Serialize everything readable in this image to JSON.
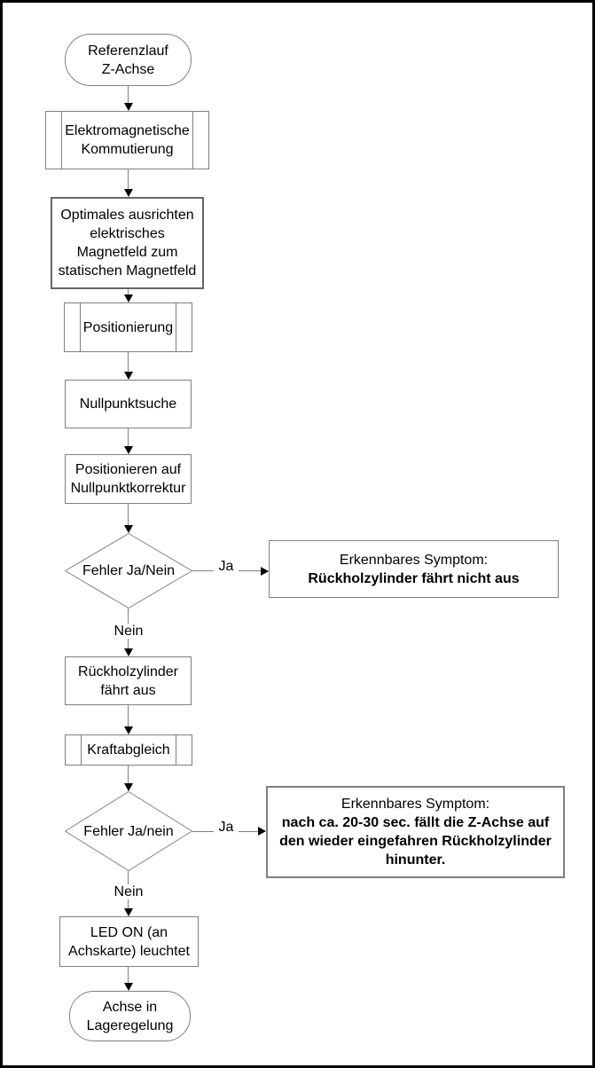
{
  "diagram": {
    "type": "flowchart",
    "nodes": {
      "start": {
        "shape": "terminator",
        "label": "Referenzlauf\nZ-Achse"
      },
      "commutation": {
        "shape": "predefined-process",
        "label": "Elektromagnetische\nKommutierung"
      },
      "align_field": {
        "shape": "process",
        "label": "Optimales ausrichten\nelektrisches\nMagnetfeld zum\nstatischen Magnetfeld"
      },
      "positioning": {
        "shape": "predefined-process",
        "label": "Positionierung"
      },
      "zero_search": {
        "shape": "process",
        "label": "Nullpunktsuche"
      },
      "zero_correction": {
        "shape": "process",
        "label": "Positionieren auf\nNullpunktkorrektur"
      },
      "decision_1": {
        "shape": "decision",
        "label": "Fehler Ja/Nein"
      },
      "symptom_1": {
        "shape": "process",
        "heading": "Erkennbares Symptom:",
        "detail": "Rückholzylinder fährt nicht aus"
      },
      "cylinder_extends": {
        "shape": "process",
        "label": "Rückholzylinder\nfährt aus"
      },
      "force_balance": {
        "shape": "predefined-process",
        "label": "Kraftabgleich"
      },
      "decision_2": {
        "shape": "decision",
        "label": "Fehler Ja/nein"
      },
      "symptom_2": {
        "shape": "process",
        "heading": "Erkennbares Symptom:",
        "detail": "nach ca. 20-30 sec. fällt die Z-Achse auf\nden wieder eingefahren Rückholzylinder\nhinunter."
      },
      "led_on": {
        "shape": "process",
        "label": "LED ON (an\nAchskarte) leuchtet"
      },
      "end": {
        "shape": "terminator",
        "label": "Achse in\nLageregelung"
      }
    },
    "edge_labels": {
      "decision1_yes": "Ja",
      "decision1_no": "Nein",
      "decision2_yes": "Ja",
      "decision2_no": "Nein"
    },
    "colors": {
      "shape_border": "#808080",
      "connector": "#808080",
      "arrowhead": "#000000",
      "text": "#000000",
      "page_frame": "#000000",
      "background": "#ffffff"
    }
  }
}
